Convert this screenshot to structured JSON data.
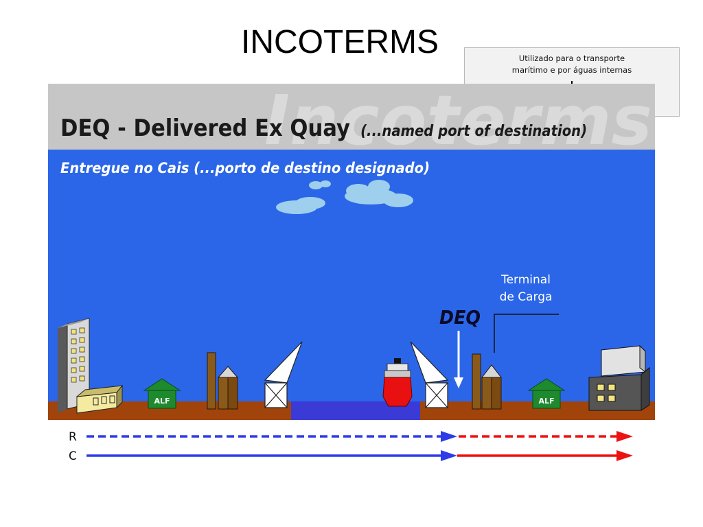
{
  "title": "INCOTERMS",
  "transport_box": {
    "line1": "Utilizado para o transporte",
    "line2": "marítimo e por águas internas",
    "icon": "ship-icon"
  },
  "banner": {
    "code_title": "DEQ - Delivered Ex Quay",
    "code_subtitle": "(...named port of destination)",
    "watermark": "Incoterms",
    "portuguese": "Entregue no Cais (...porto de destino designado)"
  },
  "labels": {
    "deq_marker": "DEQ",
    "terminal_line1": "Terminal",
    "terminal_line2": "de Carga",
    "warehouse_left": "ALF",
    "warehouse_right": "ALF"
  },
  "flow": {
    "risk_label": "R",
    "cost_label": "C"
  },
  "colors": {
    "sky": "#2b66e8",
    "ground": "#a0440c",
    "water": "#3a3ad6",
    "seller_line": "#2e3ce8",
    "buyer_line": "#ee1111",
    "warehouse": "#1e8a2e",
    "ship": "#e81010"
  }
}
